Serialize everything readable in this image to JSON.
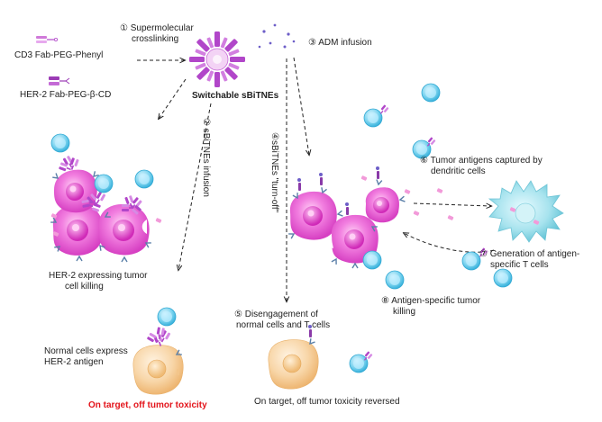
{
  "legend": {
    "cd3": "CD3 Fab-PEG-Phenyl",
    "her2": "HER-2 Fab-PEG-β-CD"
  },
  "steps": {
    "s1_line1": "① Supermolecular",
    "s1_line2": "crosslinking",
    "s2": "② sBiTNEs infusion",
    "s3": "③ ADM infusion",
    "s4": "④sBiTNEs \"turn-off\"",
    "s5_line1": "⑤ Disengagement of",
    "s5_line2": "normal cells and T cells",
    "s6_line1": "⑥ Tumor antigens captured by",
    "s6_line2": "dendritic cells",
    "s7_line1": "⑦ Generation of antigen-",
    "s7_line2": "specific T cells",
    "s8_line1": "⑧ Antigen-specific tumor",
    "s8_line2": "killing"
  },
  "labels": {
    "switchable": "Switchable sBiTNEs",
    "her2_kill_line1": "HER-2 expressing tumor",
    "her2_kill_line2": "cell killing",
    "normal_line1": "Normal cells express",
    "normal_line2": "HER-2 antigen",
    "toxicity": "On target, off tumor toxicity",
    "reversed": "On target, off tumor toxicity reversed"
  },
  "colors": {
    "tumor": "#e85ad0",
    "tcell": "#5ec8e8",
    "antibody": "#b146c9",
    "normal_cell": "#f6c98e",
    "dendritic": "#7fd3e0",
    "warning": "#e3141b"
  }
}
